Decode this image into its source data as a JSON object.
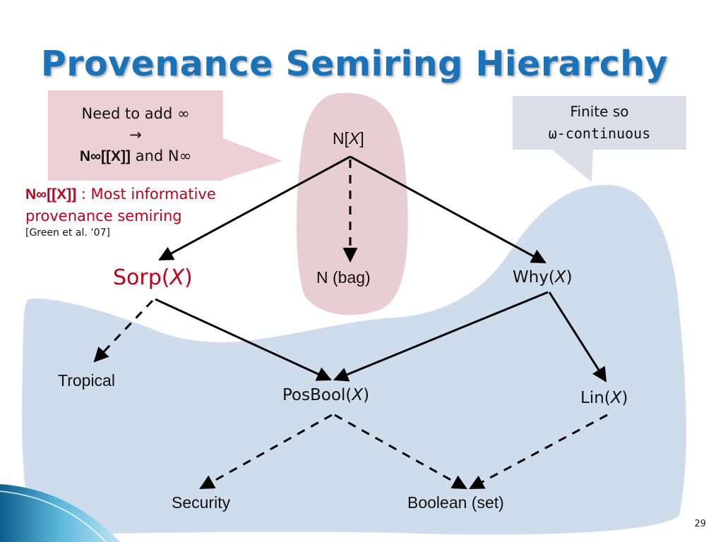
{
  "title": "Provenance Semiring Hierarchy",
  "colors": {
    "title": "#1a73b8",
    "blue_region": "#cfdcec",
    "pink_region": "#e8cdd4",
    "callout_pink": "#ecd0d6",
    "callout_lavender": "#dcdde9",
    "red_text": "#c0001a"
  },
  "callout_left": {
    "line1": "Need to add ∞",
    "arrow": "→",
    "line3_bold": "N∞[[X]]",
    "line3_rest": " and N∞"
  },
  "callout_right": {
    "line1": "Finite so",
    "line2": "ω-continuous"
  },
  "note": {
    "bold": "N∞[[X]]",
    "text": " : Most informative provenance semiring",
    "citation": "[Green et al. ’07]"
  },
  "nodes": {
    "nx": {
      "pre": "N[",
      "var": "X",
      "post": "]"
    },
    "nbag": "N (bag)",
    "sorp": {
      "pre": "Sorp(",
      "var": "X",
      "post": ")"
    },
    "why": {
      "pre": "Why(",
      "var": "X",
      "post": ")"
    },
    "tropical": "Tropical",
    "posbool": {
      "pre": "PosBool(",
      "var": "X",
      "post": ")"
    },
    "lin": {
      "pre": "Lin(",
      "var": "X",
      "post": ")"
    },
    "security": "Security",
    "boolean": "Boolean (set)"
  },
  "page_number": "29"
}
